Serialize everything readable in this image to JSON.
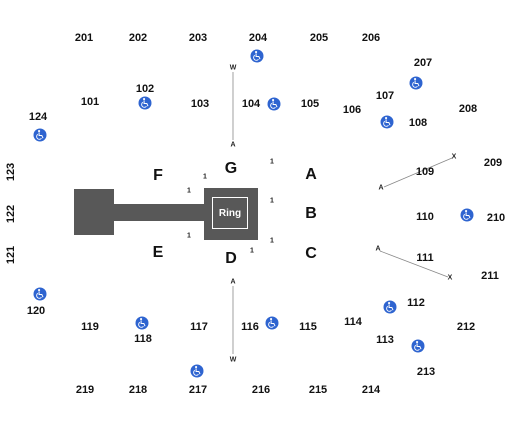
{
  "sections": {
    "s201": "201",
    "s202": "202",
    "s203": "203",
    "s204": "204",
    "s205": "205",
    "s206": "206",
    "s207": "207",
    "s208": "208",
    "s209": "209",
    "s210": "210",
    "s211": "211",
    "s212": "212",
    "s213": "213",
    "s214": "214",
    "s215": "215",
    "s216": "216",
    "s217": "217",
    "s218": "218",
    "s219": "219",
    "s120": "120",
    "s121": "121",
    "s122": "122",
    "s123": "123",
    "s124": "124",
    "s101": "101",
    "s102": "102",
    "s103": "103",
    "s104": "104",
    "s105": "105",
    "s106": "106",
    "s107": "107",
    "s108": "108",
    "s109": "109",
    "s110": "110",
    "s111": "111",
    "s112": "112",
    "s113": "113",
    "s114": "114",
    "s115": "115",
    "s116": "116",
    "s117": "117",
    "s118": "118",
    "s119": "119"
  },
  "floor": {
    "A": "A",
    "B": "B",
    "C": "C",
    "D": "D",
    "E": "E",
    "F": "F",
    "G": "G"
  },
  "ring": {
    "label": "Ring"
  },
  "markers": {
    "one": "1",
    "w": "W",
    "a": "A",
    "x": "X"
  },
  "colors": {
    "accessible": "#2e64d0",
    "stage": "#585858"
  },
  "icons": {
    "accessible": "wheelchair-icon"
  }
}
